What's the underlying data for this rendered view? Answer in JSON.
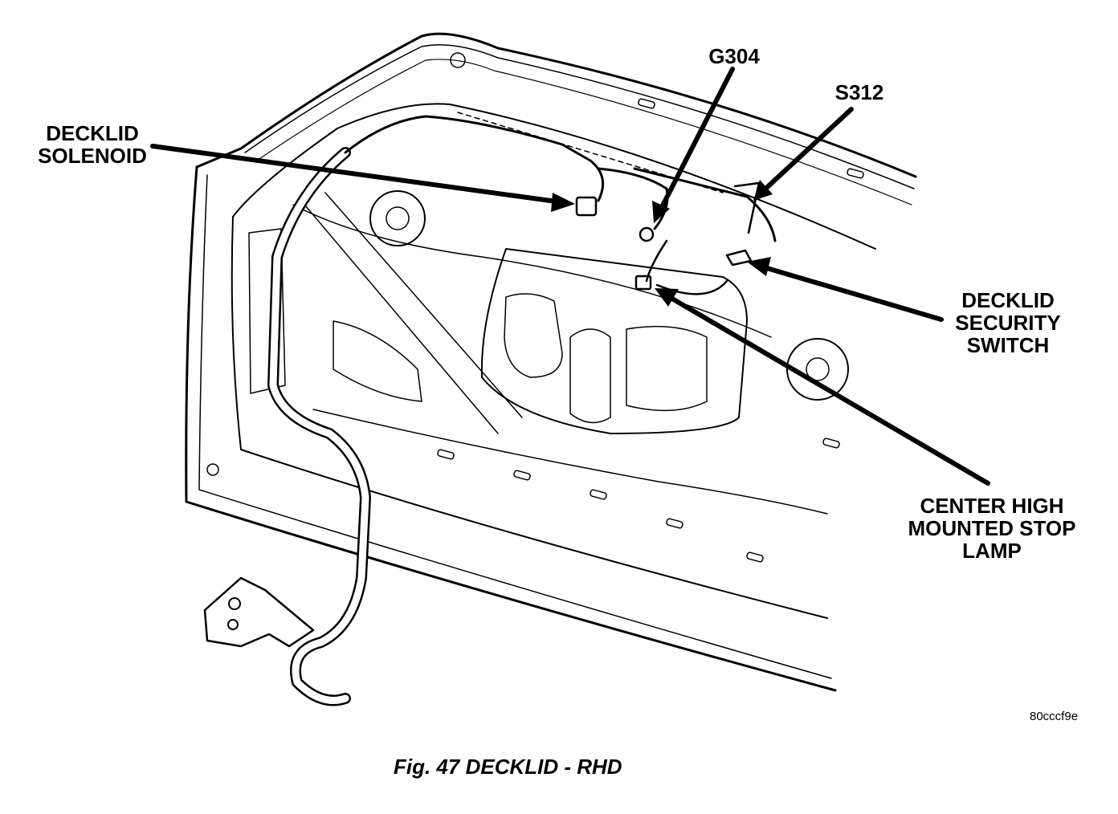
{
  "labels": {
    "decklid_solenoid": [
      "DECKLID",
      "SOLENOID"
    ],
    "g304": "G304",
    "s312": "S312",
    "decklid_security_switch": [
      "DECKLID",
      "SECURITY",
      "SWITCH"
    ],
    "chmsl": [
      "CENTER HIGH",
      "MOUNTED STOP",
      "LAMP"
    ]
  },
  "reference_code": "80cccf9e",
  "caption": "Fig. 47 DECKLID - RHD",
  "colors": {
    "ink": "#000000",
    "paper": "#ffffff"
  }
}
